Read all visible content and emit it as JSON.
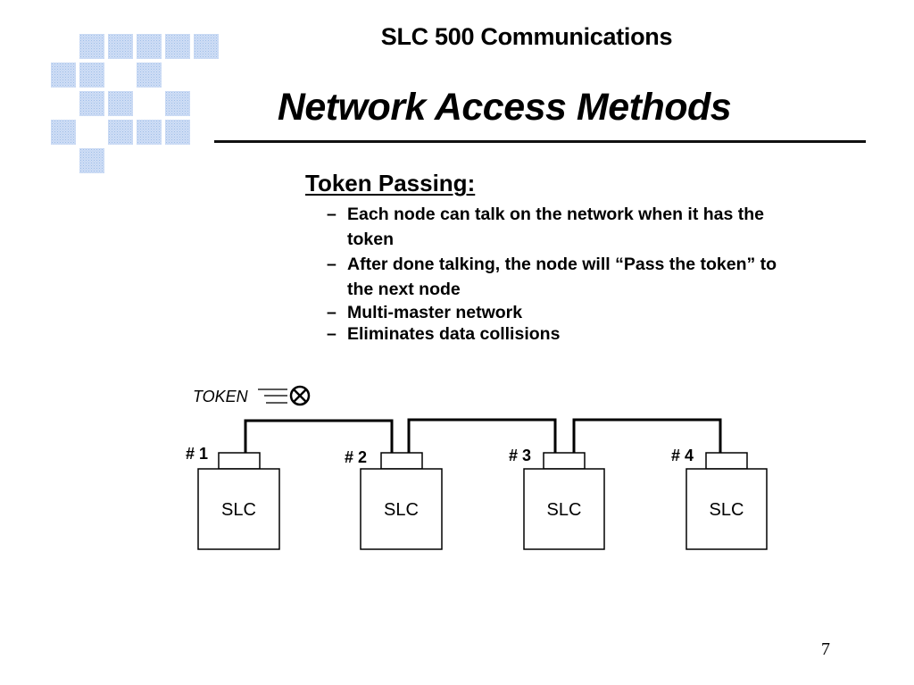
{
  "header": {
    "subtitle": "SLC 500 Communications",
    "title": "Network Access Methods"
  },
  "logo": {
    "icon": "dotted-grid-logo",
    "color": "#9fbdea"
  },
  "content": {
    "heading": "Token Passing:",
    "bullet_marker": "–",
    "bullets": [
      "Each node can talk on the network when it has the token",
      "After done talking, the node will “Pass the token” to the next node",
      "Multi-master network",
      "Eliminates data collisions"
    ]
  },
  "diagram": {
    "token_label": "TOKEN",
    "token_icon": "circled-x-icon",
    "nodes": [
      {
        "label": "# 1",
        "device": "SLC"
      },
      {
        "label": "# 2",
        "device": "SLC"
      },
      {
        "label": "# 3",
        "device": "SLC"
      },
      {
        "label": "# 4",
        "device": "SLC"
      }
    ]
  },
  "footer": {
    "page_number": "7"
  }
}
